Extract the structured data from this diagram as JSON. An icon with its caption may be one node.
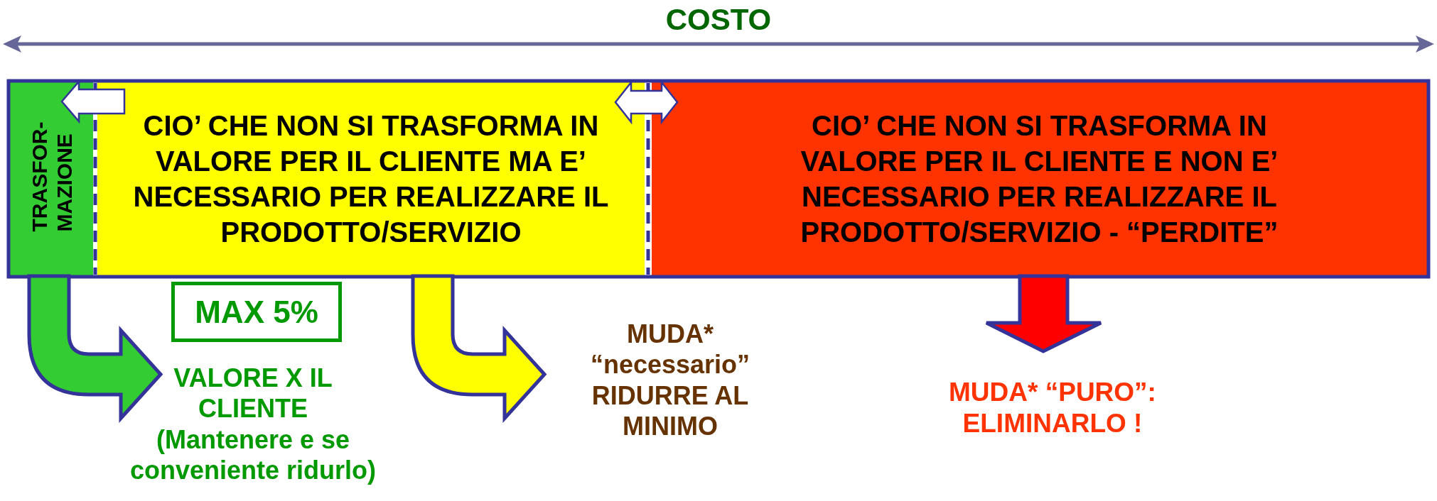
{
  "diagram": {
    "title": "COSTO",
    "nodes": [
      {
        "text": [
          "TRASFOR- MAZIONE"
        ]
      },
      {
        "text": [
          "CIO’ CHE NON SI TRASFORMA IN VALORE PER IL CLIENTE MA E’ NECESSARIO PER REALIZZARE IL PRODOTTO/SERVIZIO"
        ]
      },
      {
        "text": [
          "CIO’ CHE NON SI TRASFORMA IN VALORE PER IL CLIENTE E NON E’ NECESSARIO PER REALIZZARE IL PRODOTTO/SERVIZIO - “PERDITE”"
        ]
      },
      {
        "text": [
          "MAX 5%"
        ]
      },
      {
        "text": [
          "VALORE X IL CLIENTE",
          "(Mantenere e se conveniente ridurlo)"
        ]
      },
      {
        "text": [
          "MUDA* “necessario” RIDURRE AL MINIMO"
        ]
      },
      {
        "text": [
          "MUDA* “PURO”: ELIMINARLO !"
        ]
      }
    ],
    "edges": [
      {
        "from": 0,
        "to": 4,
        "arrow": "to",
        "style": "thick",
        "color": "#33cc33"
      },
      {
        "from": 1,
        "to": 5,
        "arrow": "to",
        "style": "thick",
        "color": "#ffff00"
      },
      {
        "from": 2,
        "to": 6,
        "arrow": "to",
        "style": "thick",
        "color": "#ff0000"
      },
      {
        "from": 1,
        "to": 0,
        "arrow": "to",
        "color": "#ffffff"
      },
      {
        "from": 1,
        "to": 2,
        "arrow": "both",
        "color": "#ffffff"
      }
    ]
  }
}
